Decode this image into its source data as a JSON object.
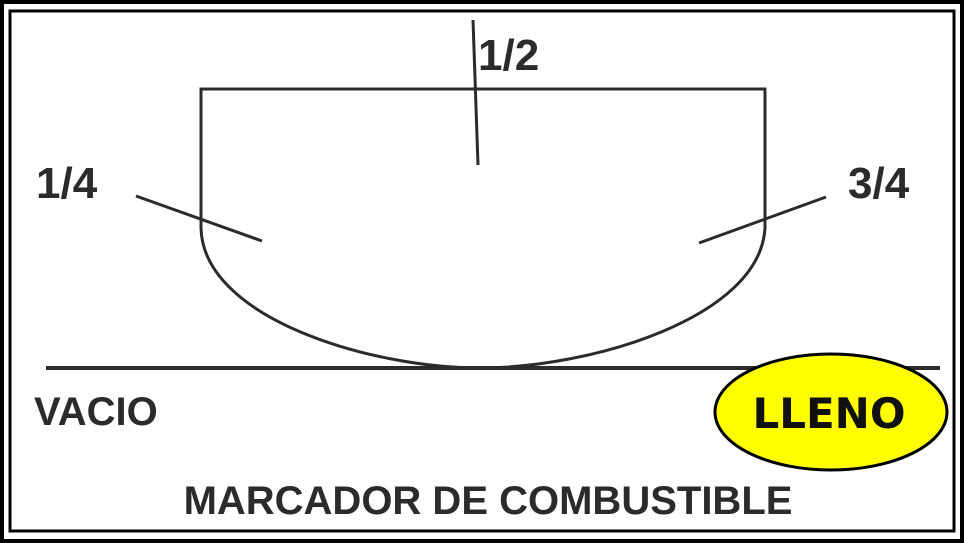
{
  "gauge": {
    "label_half": "1/2",
    "label_quarter": "1/4",
    "label_three_quarter": "3/4",
    "label_empty": "VACIO",
    "label_full": "LLENO",
    "caption": "MARCADOR DE COMBUSTIBLE"
  },
  "colors": {
    "border": "#000000",
    "lines": "#2b2b2b",
    "highlight_fill": "#ffff00"
  }
}
